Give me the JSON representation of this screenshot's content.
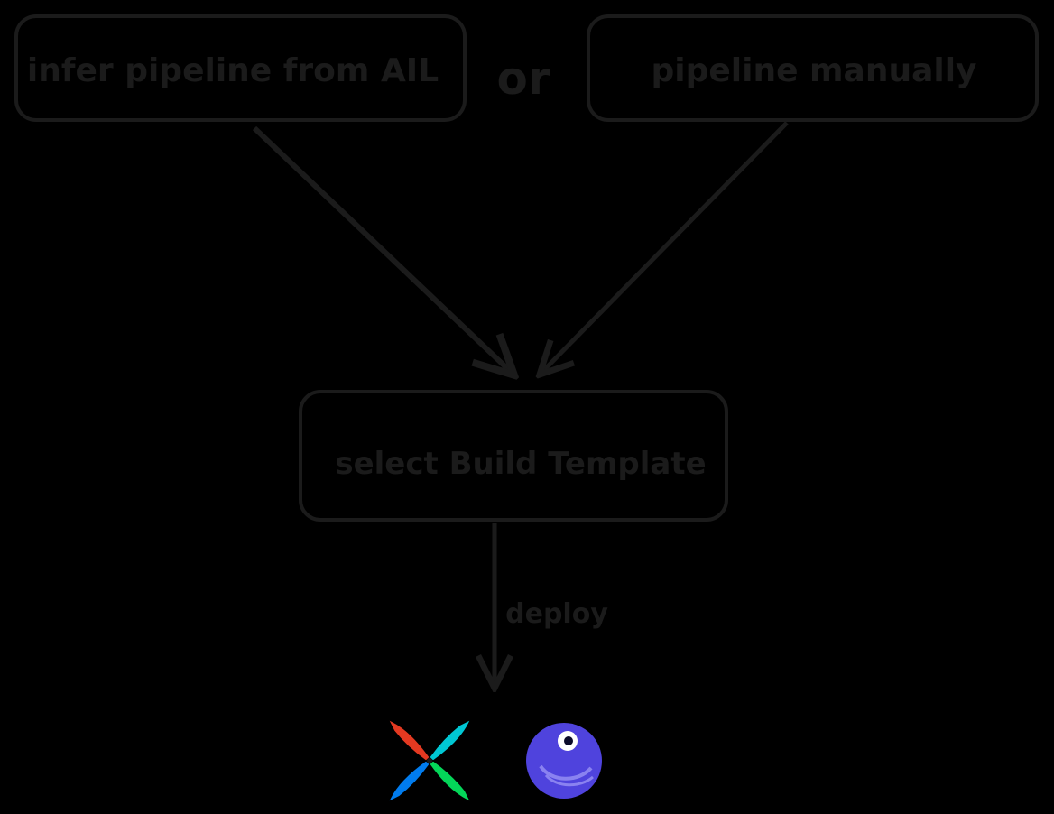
{
  "nodes": {
    "infer": {
      "label": "infer pipeline from AIL"
    },
    "or": {
      "label": "or"
    },
    "manual": {
      "label": "pipeline manually"
    },
    "select": {
      "label": "select Build Template"
    }
  },
  "edges": {
    "deploy": {
      "label": "deploy"
    }
  },
  "logos": {
    "airflow": {
      "name": "airflow-pinwheel-icon"
    },
    "dagster": {
      "name": "dagster-octopus-icon"
    }
  },
  "colors": {
    "background": "#000000",
    "ink": "#1b1b1b",
    "airflow_red": "#e43921",
    "airflow_cyan": "#00c7d4",
    "airflow_blue": "#017cee",
    "airflow_green": "#04d659",
    "dagster_blue": "#4f43dd"
  }
}
